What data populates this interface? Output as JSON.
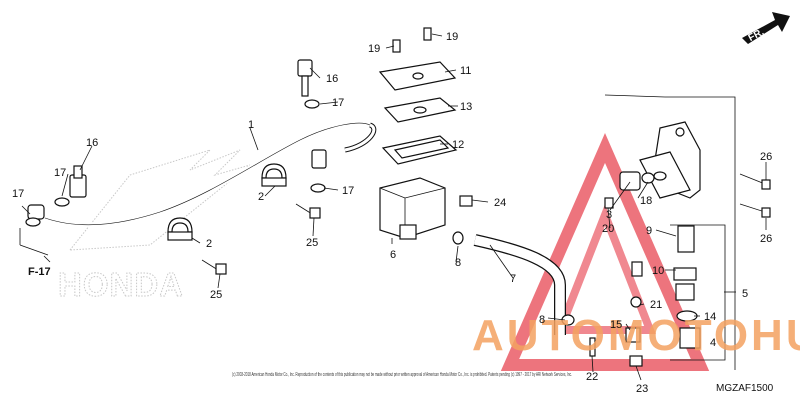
{
  "diagram": {
    "fr_arrow_label": "FR.",
    "ref_label": "F-17",
    "brand_text": "HONDA",
    "code": "MGZAF1500",
    "copyright": "(c) 2003-2018 American Honda Motor Co., Inc. Reproduction of the contents of this publication may not be made without prior written approval of American Honda Motor Co., Inc. is prohibited. Patents pending (c) 1997 - 2017 by ARI Network Services, Inc.",
    "callouts": [
      {
        "id": "c1",
        "label": "1"
      },
      {
        "id": "c2a",
        "label": "2"
      },
      {
        "id": "c2b",
        "label": "2"
      },
      {
        "id": "c3",
        "label": "3"
      },
      {
        "id": "c4",
        "label": "4"
      },
      {
        "id": "c5",
        "label": "5"
      },
      {
        "id": "c6",
        "label": "6"
      },
      {
        "id": "c7",
        "label": "7"
      },
      {
        "id": "c8a",
        "label": "8"
      },
      {
        "id": "c8b",
        "label": "8"
      },
      {
        "id": "c9",
        "label": "9"
      },
      {
        "id": "c10",
        "label": "10"
      },
      {
        "id": "c11",
        "label": "11"
      },
      {
        "id": "c12",
        "label": "12"
      },
      {
        "id": "c13",
        "label": "13"
      },
      {
        "id": "c14",
        "label": "14"
      },
      {
        "id": "c15",
        "label": "15"
      },
      {
        "id": "c16a",
        "label": "16"
      },
      {
        "id": "c16b",
        "label": "16"
      },
      {
        "id": "c17a",
        "label": "17"
      },
      {
        "id": "c17b",
        "label": "17"
      },
      {
        "id": "c17c",
        "label": "17"
      },
      {
        "id": "c17d",
        "label": "17"
      },
      {
        "id": "c18",
        "label": "18"
      },
      {
        "id": "c19a",
        "label": "19"
      },
      {
        "id": "c19b",
        "label": "19"
      },
      {
        "id": "c20",
        "label": "20"
      },
      {
        "id": "c21",
        "label": "21"
      },
      {
        "id": "c22",
        "label": "22"
      },
      {
        "id": "c23",
        "label": "23"
      },
      {
        "id": "c24",
        "label": "24"
      },
      {
        "id": "c25a",
        "label": "25"
      },
      {
        "id": "c25b",
        "label": "25"
      },
      {
        "id": "c26a",
        "label": "26"
      },
      {
        "id": "c26b",
        "label": "26"
      }
    ]
  },
  "watermark": {
    "text": "AUTOMOTOHUB",
    "colors": {
      "triangle": "#e63946",
      "text": "#f4a261",
      "outline": "#cccccc",
      "ink": "#111111"
    }
  }
}
